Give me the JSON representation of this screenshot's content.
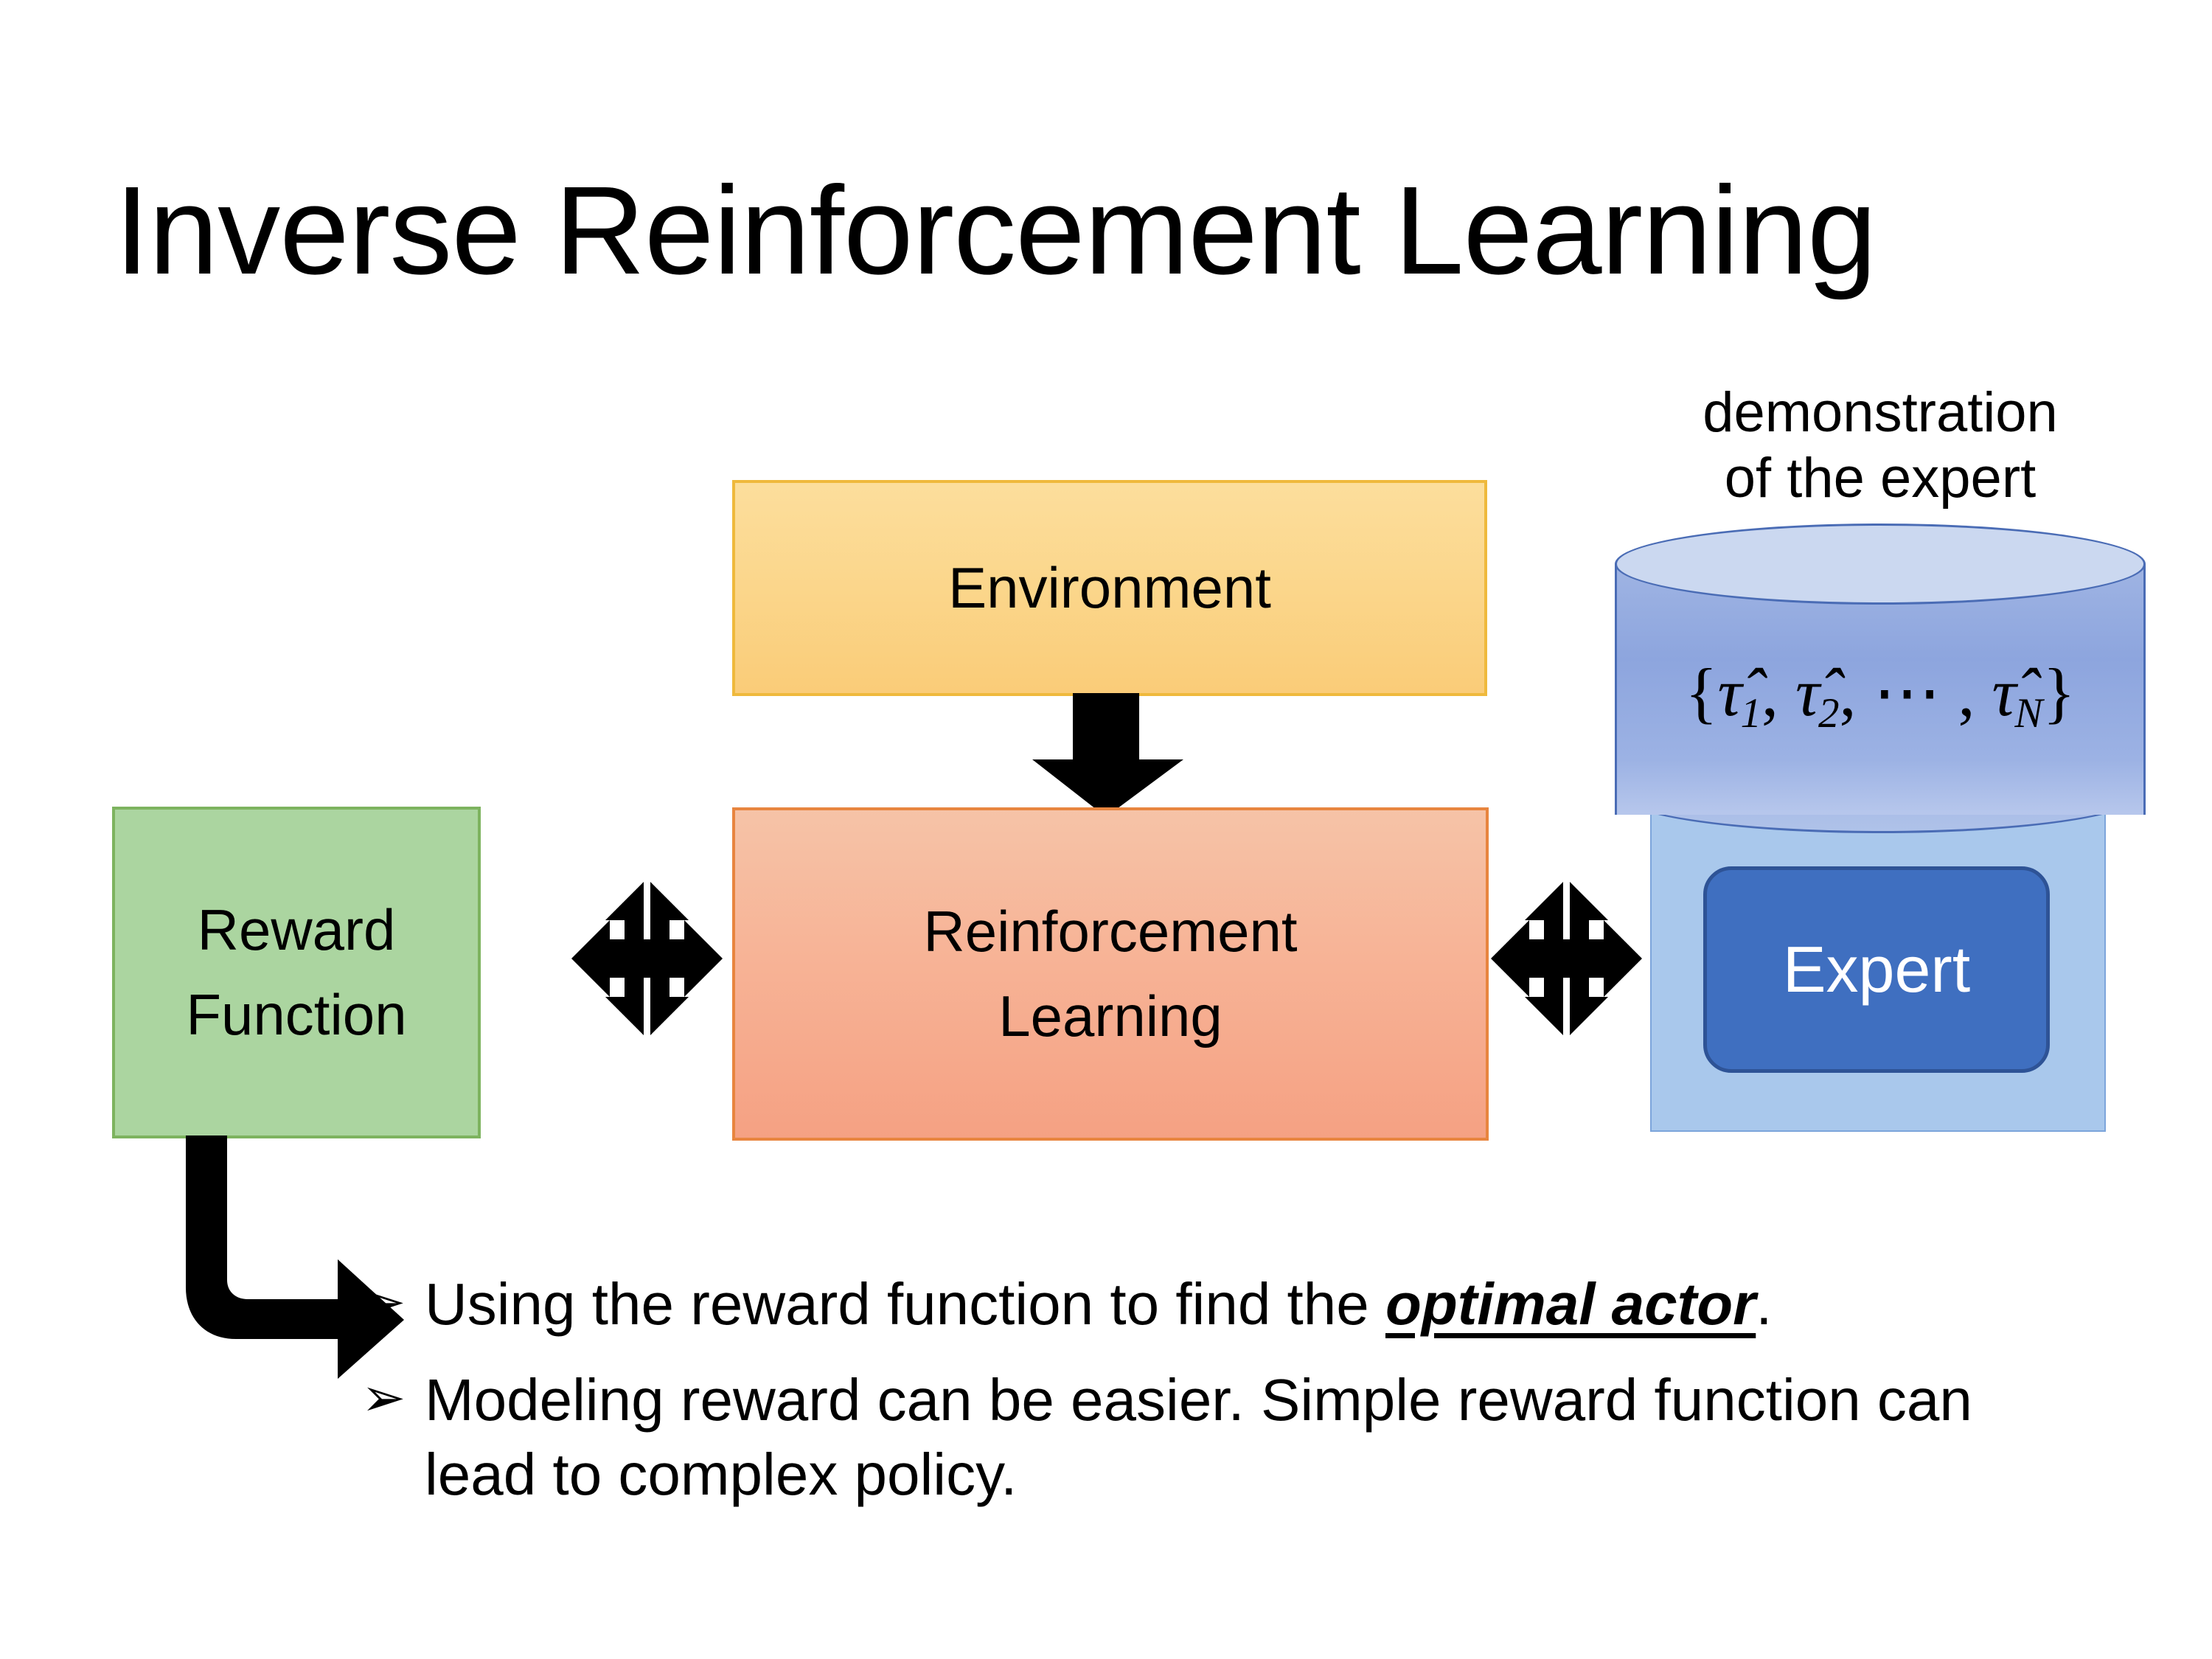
{
  "slide": {
    "title": "Inverse Reinforcement Learning",
    "background_color": "#FFFFFF"
  },
  "diagram": {
    "environment_box": {
      "label": "Environment",
      "fill_color": "#FBD68B",
      "border_color": "#EFB93C"
    },
    "reinforcement_learning_box": {
      "label_line1": "Reinforcement",
      "label_line2": "Learning",
      "fill_color": "#F7B396",
      "border_color": "#E8853F"
    },
    "reward_function_box": {
      "label_line1": "Reward",
      "label_line2": "Function",
      "fill_color": "#ABD5A0",
      "border_color": "#7DB35F"
    },
    "demonstration_caption": {
      "line1": "demonstration",
      "line2": "of the expert"
    },
    "cylinder": {
      "formula_open": "{",
      "formula_tau1": "τ̂",
      "formula_sub1": "1",
      "formula_sep1": ", ",
      "formula_tau2": "τ̂",
      "formula_sub2": "2",
      "formula_sep2": ", ⋯ , ",
      "formula_tauN": "τ̂",
      "formula_subN": "N",
      "formula_close": "}",
      "formula_plain": "{τ̂1, τ̂2, ⋯, τ̂N}",
      "fill_color": "#8DA5DE",
      "border_color": "#4A6CB5"
    },
    "expert_panel": {
      "fill_color": "#A9C8EC",
      "border_color": "#7CA5DB"
    },
    "expert_box": {
      "label": "Expert",
      "fill_color": "#3F6FC0",
      "border_color": "#2E5396",
      "text_color": "#FFFFFF"
    },
    "arrows": {
      "environment_to_rl": "down-arrow",
      "reward_to_rl": "quad-arrow",
      "rl_to_expert": "quad-arrow",
      "reward_to_bullets": "elbow-arrow",
      "color": "#000000"
    }
  },
  "bullets": [
    {
      "marker": "➢",
      "text_before": "Using the reward function to find the ",
      "emphasis": "optimal actor",
      "text_after": "."
    },
    {
      "marker": "➢",
      "text_before": "Modeling reward can be easier. Simple reward function can lead to complex policy.",
      "emphasis": "",
      "text_after": ""
    }
  ]
}
